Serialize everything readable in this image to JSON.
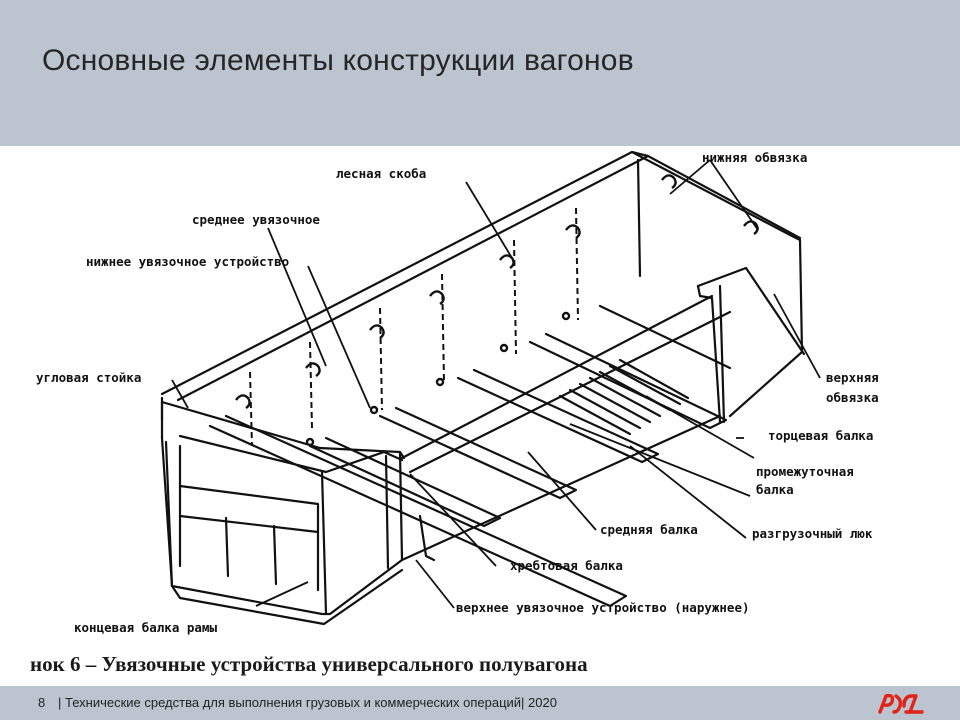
{
  "slide": {
    "title": "Основные элементы конструкции вагонов",
    "caption": "нок 6 – Увязочные устройства универсального полувагона"
  },
  "figure": {
    "labels": {
      "nizhnyaya_obvyazka": "нижняя обвязка",
      "lesnaya_skoba": "лесная скоба",
      "srednee_uvyazochnoe": "среднее увязочное",
      "nizhnee_uvyazochnoe": "нижнее увязочное устройство",
      "uglovaya_stoyka": "угловая стойка",
      "verkhnyaya_1": "верхняя",
      "verkhnyaya_2": "обвязка",
      "tortsevaya_balka": "торцевая балка",
      "promezhutochnaya_1": "промежуточная",
      "promezhutochnaya_2": "балка",
      "srednyaya_balka": "средняя балка",
      "razgruzochny_lyuk": "разгрузочный люк",
      "khrebtovaya_balka": "хребтовая балка",
      "verkhnee_uvyazochnoe": "верхнее увязочное устройство (наружнее)",
      "kontsevaya_balka": "концевая балка рамы"
    }
  },
  "footer": {
    "page_number": "8",
    "text": "| Технические средства для выполнения грузовых и коммерческих операций| 2020"
  },
  "logo": {
    "name": "rzd-logo-icon",
    "color": "#e2231a"
  }
}
